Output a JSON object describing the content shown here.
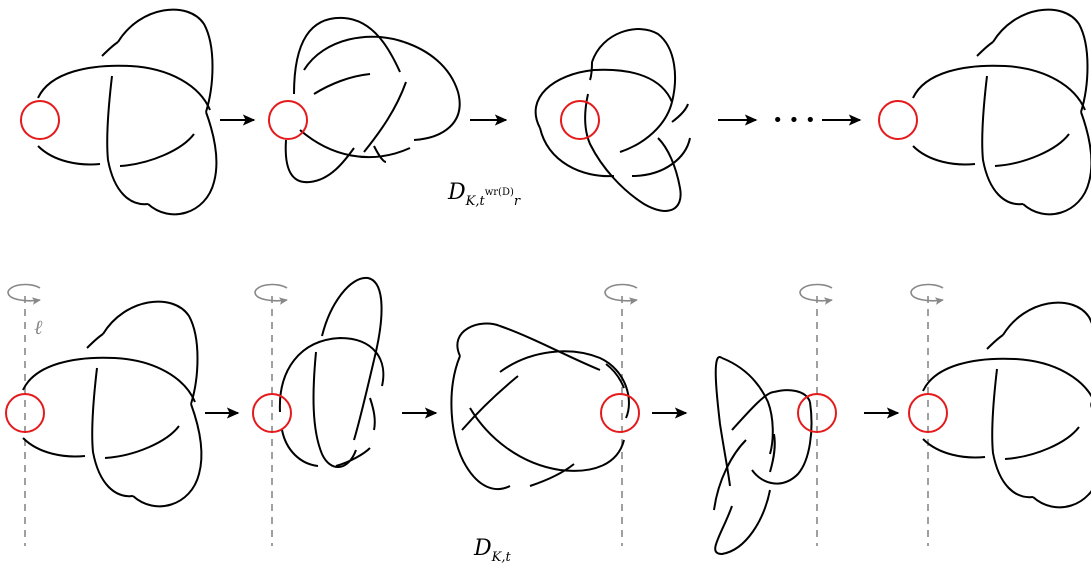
{
  "colors": {
    "strand": "#000000",
    "circle": "#e41a1c",
    "axis": "#888888",
    "background": "#ffffff"
  },
  "top_row": {
    "dots": "• • •",
    "label": {
      "main": "D",
      "sub_prefix": "K,t",
      "sup": "wr(D)",
      "sub_suffix": "r"
    }
  },
  "bottom_row": {
    "axis_label": "ℓ",
    "label": {
      "main": "D",
      "sub": "K,t"
    }
  }
}
